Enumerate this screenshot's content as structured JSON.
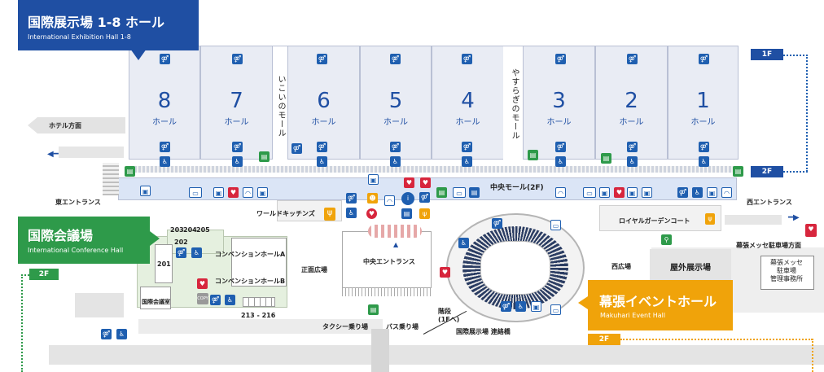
{
  "titles": {
    "halls_main": "国際展示場 1-8 ホール",
    "halls_sub": "International Exhibition Hall 1-8",
    "conference_main": "国際会議場",
    "conference_sub": "International Conference Hall",
    "event_main": "幕張イベントホール",
    "event_sub": "Makuhari Event Hall"
  },
  "halls": [
    {
      "num": "8",
      "label": "ホール"
    },
    {
      "num": "7",
      "label": "ホール"
    },
    {
      "num": "6",
      "label": "ホール"
    },
    {
      "num": "5",
      "label": "ホール"
    },
    {
      "num": "4",
      "label": "ホール"
    },
    {
      "num": "3",
      "label": "ホール"
    },
    {
      "num": "2",
      "label": "ホール"
    },
    {
      "num": "1",
      "label": "ホール"
    }
  ],
  "vertical_labels": {
    "ikoi": "いこいのモール",
    "yasuragi": "やすらぎのモール"
  },
  "floors": {
    "f1": "1F",
    "f2a": "2F",
    "f2b": "2F",
    "f2c": "2F"
  },
  "labels": {
    "hotel": "ホテル方面",
    "east": "東エントランス",
    "west": "西エントランス",
    "central_mall": "中央モール(2F)",
    "world_kitchens": "ワールドキッチンズ",
    "royal_garden": "ロイヤルガーデンコート",
    "parking_dir": "幕張メッセ駐車場方面",
    "parking_office": "幕張メッセ\n駐車場\n管理事務所",
    "outdoor": "屋外展示場",
    "west_plaza": "西広場",
    "central_entrance": "中央エントランス",
    "front_plaza": "正面広場",
    "conv_a": "コンベンションホールA",
    "conv_b": "コンベンションホールB",
    "r201": "201",
    "r202": "202",
    "r203": "203",
    "r204": "204",
    "r205": "205",
    "r213": "213 - 216",
    "intl_conf_room": "国際会議室",
    "taxi": "タクシー乗り場",
    "bus": "バス乗り場",
    "stairs": "階段\n(1Fへ)",
    "bridge": "国際展示場 連絡橋",
    "copy": "COPY",
    "aed": "AED"
  },
  "colors": {
    "hall_blue": "#1f4fa3",
    "conference_green": "#2e9a4a",
    "event_gold": "#f0a30a",
    "aed_red": "#d7263d"
  },
  "icons": [
    "restroom-icon",
    "wheelchair-icon",
    "locker-icon",
    "aed-icon",
    "info-icon",
    "wifi-icon",
    "restaurant-icon",
    "bicycle-icon",
    "copy-icon"
  ]
}
